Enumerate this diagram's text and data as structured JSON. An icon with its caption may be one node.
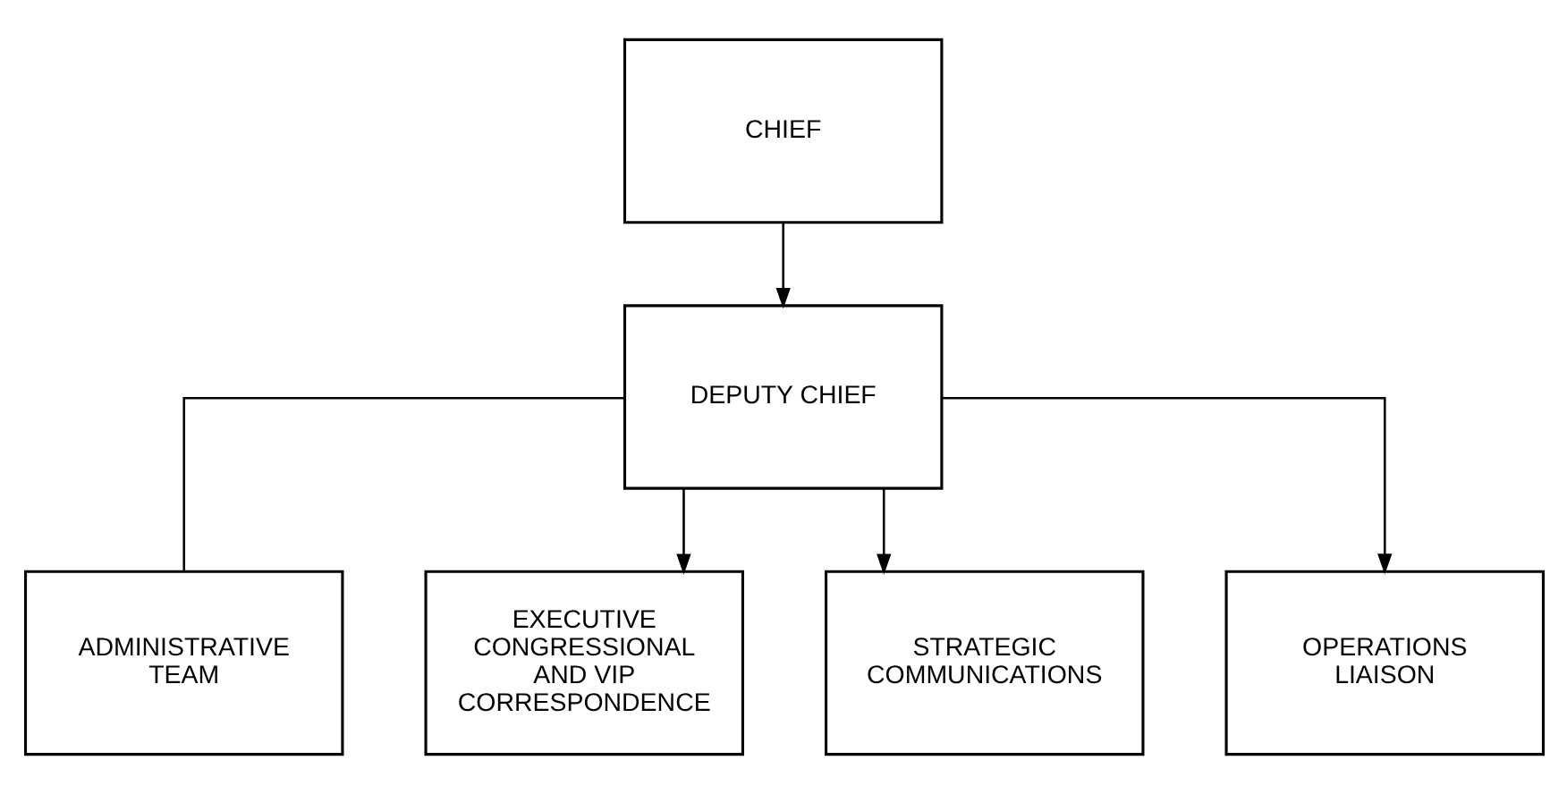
{
  "diagram": {
    "nodes": [
      {
        "text": [
          "CHIEF"
        ]
      },
      {
        "text": [
          "DEPUTY CHIEF"
        ]
      },
      {
        "text": [
          "ADMINISTRATIVE TEAM"
        ]
      },
      {
        "text": [
          "EXECUTIVE CONGRESSIONAL AND VIP CORRESPONDENCE"
        ]
      },
      {
        "text": [
          "STRATEGIC COMMUNICATIONS"
        ]
      },
      {
        "text": [
          "OPERATIONS LIAISON"
        ]
      }
    ],
    "edges": [
      {
        "from": 0,
        "to": 1,
        "arrow": "to"
      },
      {
        "from": 1,
        "to": 2,
        "arrow": "none"
      },
      {
        "from": 1,
        "to": 3,
        "arrow": "to"
      },
      {
        "from": 1,
        "to": 4,
        "arrow": "to"
      },
      {
        "from": 1,
        "to": 5,
        "arrow": "to"
      }
    ]
  }
}
